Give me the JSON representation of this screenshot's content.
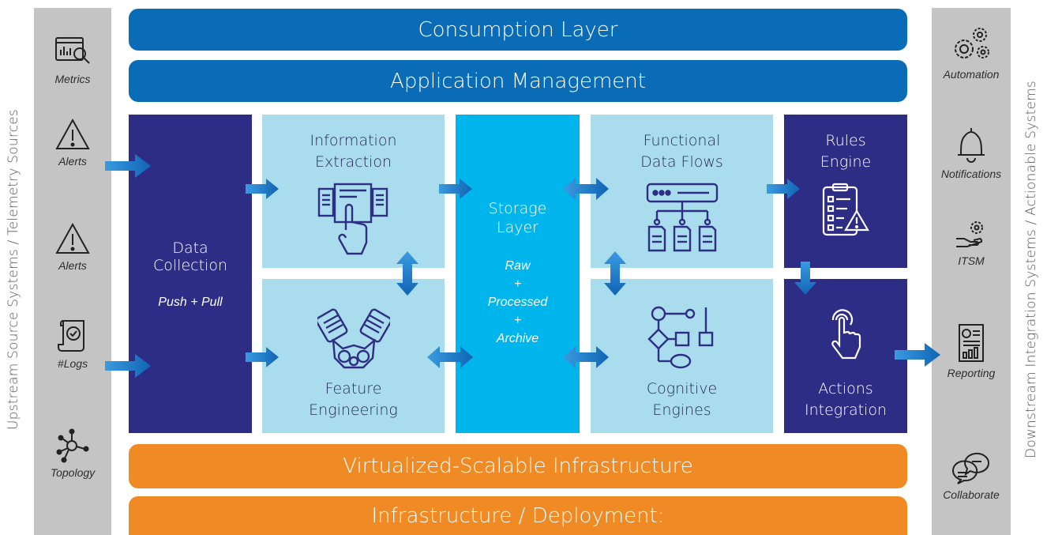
{
  "left_side": {
    "label": "Upstream Source Systems / Telemetry Sources",
    "items": [
      {
        "label": "Metrics",
        "icon": "metrics-dashboard-icon"
      },
      {
        "label": "Alerts",
        "icon": "alert-triangle-icon"
      },
      {
        "label": "Alerts",
        "icon": "alert-triangle-icon"
      },
      {
        "label": "#Logs",
        "icon": "log-scroll-icon"
      },
      {
        "label": "Topology",
        "icon": "topology-network-icon"
      }
    ]
  },
  "right_side": {
    "label": "Downstream Integration Systems / Actionable Systems",
    "items": [
      {
        "label": "Automation",
        "icon": "gears-icon"
      },
      {
        "label": "Notifications",
        "icon": "bell-icon"
      },
      {
        "label": "ITSM",
        "icon": "hand-gear-icon"
      },
      {
        "label": "Reporting",
        "icon": "report-document-icon"
      },
      {
        "label": "Collaborate",
        "icon": "chat-bubbles-icon"
      }
    ]
  },
  "top_bars": {
    "consumption": "Consumption Layer",
    "application": "Application Management"
  },
  "bottom_bars": {
    "virtualized": "Virtualized-Scalable Infrastructure",
    "deployment": "Infrastructure / Deployment:"
  },
  "blocks": {
    "data_collection": {
      "title_1": "Data",
      "title_2": "Collection",
      "sub": "Push + Pull"
    },
    "information_extraction": {
      "title_1": "Information",
      "title_2": "Extraction",
      "icon": "document-touch-icon"
    },
    "feature_engineering": {
      "title_1": "Feature",
      "title_2": "Engineering",
      "icon": "engine-icon"
    },
    "storage_layer": {
      "title_1": "Storage",
      "title_2": "Layer",
      "sub_1": "Raw",
      "sub_2": "+",
      "sub_3": "Processed",
      "sub_4": "+",
      "sub_5": "Archive"
    },
    "functional_data_flows": {
      "title_1": "Functional",
      "title_2": "Data Flows",
      "icon": "data-flow-icon"
    },
    "cognitive_engines": {
      "title_1": "Cognitive",
      "title_2": "Engines",
      "icon": "flowchart-icon"
    },
    "rules_engine": {
      "title_1": "Rules",
      "title_2": "Engine",
      "icon": "checklist-warning-icon"
    },
    "actions_integration": {
      "title_1": "Actions",
      "title_2": "Integration",
      "icon": "touch-finger-icon"
    }
  },
  "colors": {
    "rail": "#c4c4c4",
    "blue_bar": "#0a6cb6",
    "orange_bar": "#f08a24",
    "navy": "#2d2d86",
    "light_blue": "#a9dced",
    "cyan": "#00b5ec",
    "arrow": "#1f8fd6"
  }
}
